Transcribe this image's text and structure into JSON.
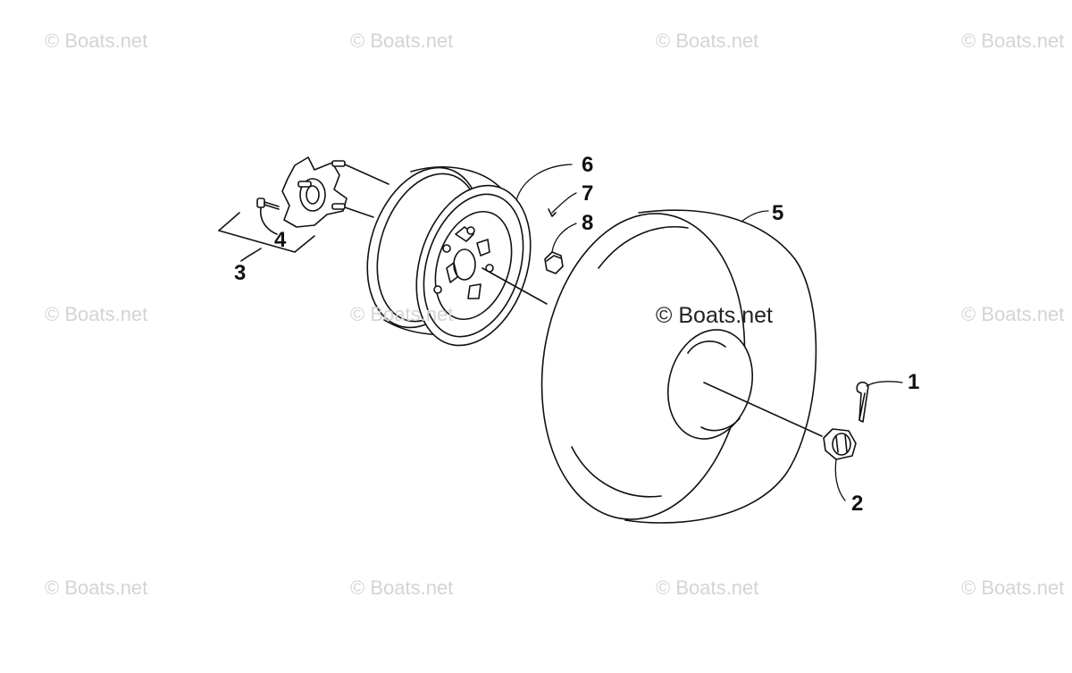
{
  "watermark": {
    "text": "© Boats.net",
    "center_text": "© Boats.net",
    "color": "#d4d4d4"
  },
  "callouts": [
    "1",
    "2",
    "3",
    "4",
    "5",
    "6",
    "7",
    "8"
  ],
  "line_color": "#111111"
}
